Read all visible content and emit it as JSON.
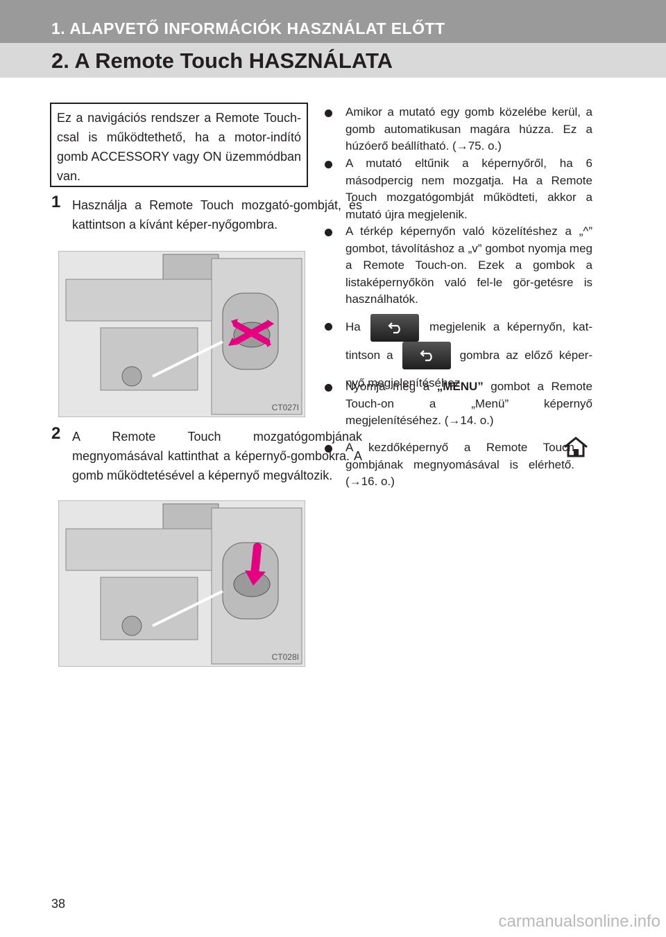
{
  "header": {
    "section_title": "1. ALAPVETŐ INFORMÁCIÓK HASZNÁLAT ELŐTT",
    "page_title": "2. A Remote Touch HASZNÁLATA"
  },
  "intro": "Ez a navigációs rendszer a Remote Touch-csal is működtethető, ha a motor-indító gomb ACCESSORY vagy ON üzemmódban van.",
  "steps": [
    {
      "num": "1",
      "text": "Használja a Remote Touch mozgató-gombját, és kattintson a kívánt képer-nyőgombra.",
      "image_code": "CT027I"
    },
    {
      "num": "2",
      "text": "A Remote Touch mozgatógombjának megnyomásával kattinthat a képernyő-gombokra. A gomb működtetésével a képernyő megváltozik.",
      "image_code": "CT028I"
    }
  ],
  "bullets": {
    "b1": "Amikor a mutató egy gomb közelébe kerül, a gomb automatikusan magára húzza. Ez a húzóerő beállítható. (→75. o.)",
    "b2": "A mutató eltűnik a képernyőről, ha 6 másodpercig nem mozgatja. Ha a Remote Touch mozgatógombját működteti, akkor a mutató újra megjelenik.",
    "b3": "A térkép képernyőn való közelítéshez a „^” gombot, távolításhoz a „v” gombot nyomja meg a Remote Touch-on. Ezek a gombok a listaképernyőkön való fel-le gör-getésre is használhatók.",
    "b4_a": "Ha",
    "b4_b": "megjelenik a képernyőn, kat-tintson a",
    "b4_c": "gombra az előző képer-nyő megjelenítéséhez.",
    "b5_a": "Nyomja meg a",
    "b5_menu": "„MENU”",
    "b5_b": "gombot a Remote Touch-on a „Menü” képernyő megjelenítéséhez. (→14. o.)",
    "b6": "A kezdőképernyő a Remote Touch gombjának megnyomásával is elérhető. (→16. o.)"
  },
  "icons": {
    "back": "back-arrow-icon",
    "home": "home-icon"
  },
  "page_number": "38",
  "watermark": "carmanualsonline.info"
}
